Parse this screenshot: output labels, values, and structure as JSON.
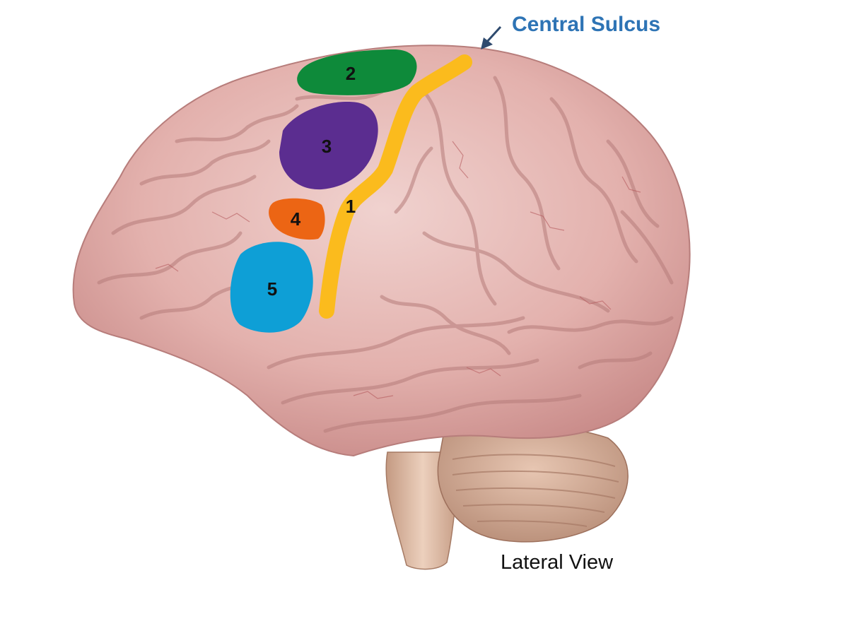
{
  "annotation": {
    "central_sulcus_label": "Central Sulcus"
  },
  "caption": {
    "view_label": "Lateral View"
  },
  "regions": [
    {
      "id": "1",
      "label": "1",
      "color": "#fbbb1d"
    },
    {
      "id": "2",
      "label": "2",
      "color": "#0e8a3a"
    },
    {
      "id": "3",
      "label": "3",
      "color": "#5b2d90"
    },
    {
      "id": "4",
      "label": "4",
      "color": "#ec6514"
    },
    {
      "id": "5",
      "label": "5",
      "color": "#0e9fd6"
    }
  ],
  "colors": {
    "accent": "#2e74b5",
    "brain_tissue": "#e8b8b4",
    "brain_shadow": "#c98e8c",
    "vessels": "#b4585c",
    "brainstem": "#d9b49c"
  }
}
